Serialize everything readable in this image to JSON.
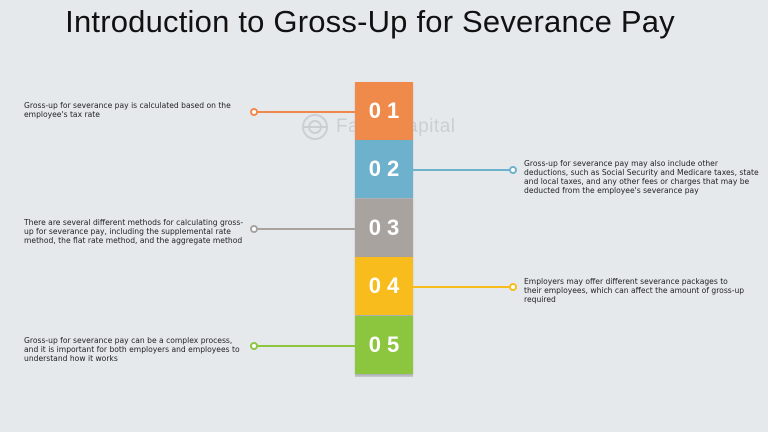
{
  "title": "Introduction to Gross-Up for Severance Pay",
  "watermark": {
    "text": "FasterCapital",
    "icon": "logo-icon"
  },
  "colors": {
    "step1": "#f08a4b",
    "step2": "#6eb1cc",
    "step3": "#a8a39f",
    "step4": "#f8bd1c",
    "step5": "#8cc63f"
  },
  "steps": [
    {
      "number": "01",
      "text": "Gross-up for severance pay is calculated based on the employee's tax rate"
    },
    {
      "number": "02",
      "text": "Gross-up for severance pay may also include other deductions, such as Social Security and Medicare taxes, state and local taxes, and any other fees or charges that may be deducted from the employee's severance pay"
    },
    {
      "number": "03",
      "text": "There are several different methods for calculating gross-up for severance pay, including the supplemental rate method, the flat rate method, and the aggregate method"
    },
    {
      "number": "04",
      "text": "Employers may offer different severance packages to their employees, which can affect the amount of gross-up required"
    },
    {
      "number": "05",
      "text": "Gross-up for severance pay can be a complex process, and it is important for both employers and employees to understand how it works"
    }
  ]
}
